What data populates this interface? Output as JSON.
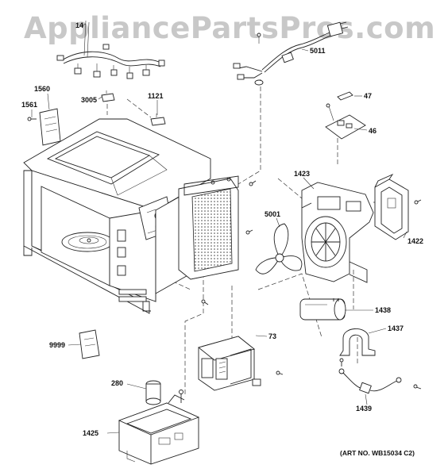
{
  "watermark": "AppliancePartsPros.com",
  "art_number": "(ART NO. WB15034 C2)",
  "parts": {
    "p14": "14",
    "p5011": "5011",
    "p1560": "1560",
    "p1561": "1561",
    "p3005": "3005",
    "p1121": "1121",
    "p47": "47",
    "p46": "46",
    "p1423": "1423",
    "p5001": "5001",
    "p1422": "1422",
    "p1438": "1438",
    "p1437": "1437",
    "p9999": "9999",
    "p73": "73",
    "p280": "280",
    "p1425": "1425",
    "p1439": "1439"
  }
}
